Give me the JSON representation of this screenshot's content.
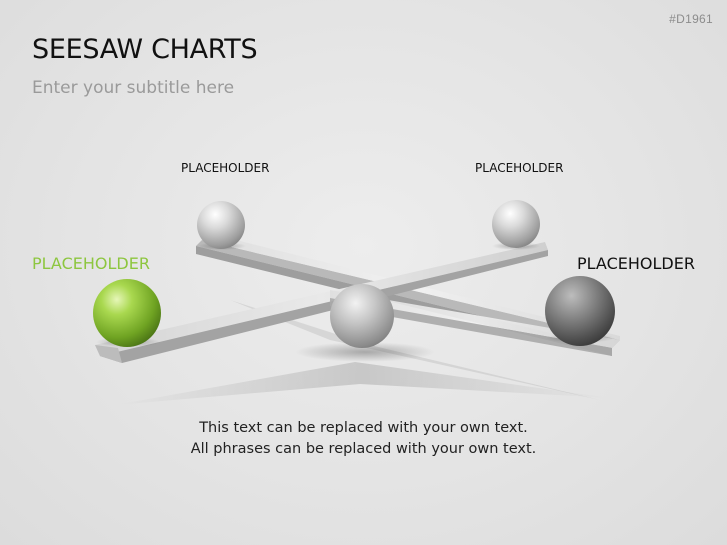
{
  "doc_id": "#D1961",
  "title": "SEESAW CHARTS",
  "subtitle": "Enter your subtitle here",
  "labels": {
    "top_left": "PLACEHOLDER",
    "top_right": "PLACEHOLDER",
    "left": "PLACEHOLDER",
    "right": "PLACEHOLDER"
  },
  "body_text": {
    "line1": "This text can be replaced with your own text.",
    "line2": "All phrases can be replaced with your own text."
  },
  "colors": {
    "accent_green": "#8dc63f",
    "background": "#e5e5e5"
  }
}
